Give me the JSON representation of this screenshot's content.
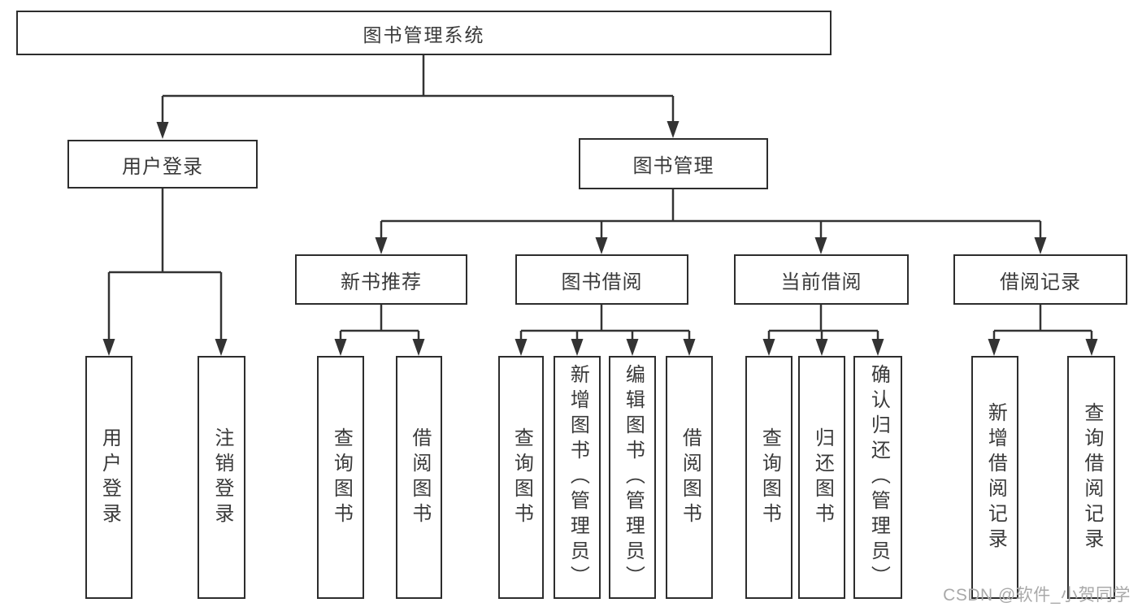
{
  "nodes": {
    "root": "图书管理系统",
    "user_login": "用户登录",
    "book_mgmt": "图书管理",
    "new_book_rec": "新书推荐",
    "book_borrow": "图书借阅",
    "current_borrow": "当前借阅",
    "borrow_record": "借阅记录",
    "user_login_leaf": "用户登录",
    "logout_leaf": "注销登录",
    "query_book_rec": "查询图书",
    "borrow_book_rec": "借阅图书",
    "query_book_borrow": "查询图书",
    "add_book_admin": "新增图书（管理员）",
    "edit_book_admin": "编辑图书（管理员）",
    "borrow_book_leaf": "借阅图书",
    "query_book_current": "查询图书",
    "return_book": "归还图书",
    "confirm_return_admin": "确认归还（管理员）",
    "add_borrow_record": "新增借阅记录",
    "query_borrow_record": "查询借阅记录"
  },
  "colors": {
    "line": "#333333",
    "border": "#2d2d2d",
    "text": "#3a3a3a",
    "watermark": "#a9a9a9"
  },
  "watermark": "CSDN @软件_小贺同学"
}
